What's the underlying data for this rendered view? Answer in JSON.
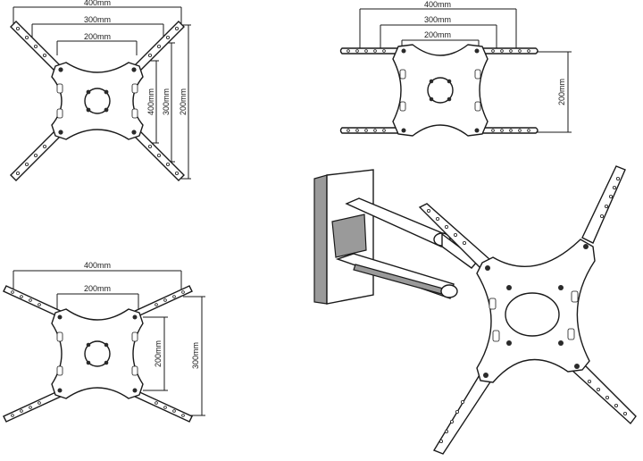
{
  "diagram": {
    "views": [
      {
        "id": "top-left",
        "dims": {
          "w400": "400mm",
          "w300": "300mm",
          "w200": "200mm",
          "h400": "400mm",
          "h300": "300mm",
          "h200": "200mm"
        }
      },
      {
        "id": "top-right",
        "dims": {
          "w400": "400mm",
          "w300": "300mm",
          "w200": "200mm",
          "h200": "200mm"
        }
      },
      {
        "id": "bottom-left",
        "dims": {
          "w400": "400mm",
          "w200": "200mm",
          "h200": "200mm",
          "h300": "300mm"
        }
      }
    ]
  }
}
